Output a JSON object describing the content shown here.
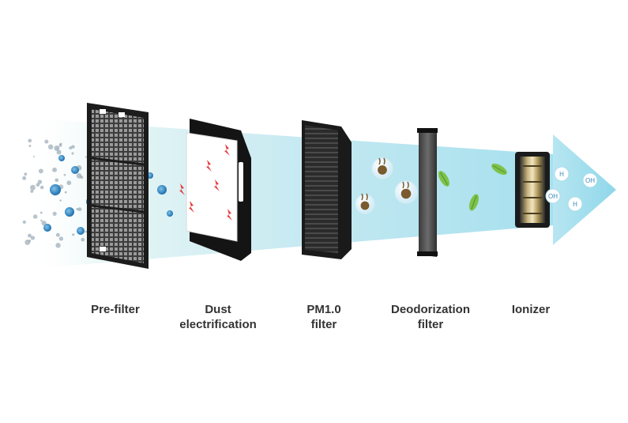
{
  "diagram": {
    "stages": [
      {
        "id": "pre-filter",
        "lines": [
          "Pre-filter"
        ]
      },
      {
        "id": "dust-electrification",
        "lines": [
          "Dust",
          "electrification"
        ]
      },
      {
        "id": "pm10-filter",
        "lines": [
          "PM1.0",
          "filter"
        ]
      },
      {
        "id": "deodorization-filter",
        "lines": [
          "Deodorization",
          "filter"
        ]
      },
      {
        "id": "ionizer",
        "lines": [
          "Ionizer"
        ]
      }
    ],
    "ion_labels": [
      "H",
      "OH",
      "OH",
      "H"
    ]
  },
  "colors": {
    "stream_light": "#e6f6f7",
    "stream_mid": "#bfe7f0",
    "stream_strong": "#9ddcea",
    "particle_blue": "#2a86c4",
    "spark_red": "#e53a3a",
    "leaf_green": "#7ec24a",
    "frame_black": "#161616",
    "label_text": "#333333"
  }
}
